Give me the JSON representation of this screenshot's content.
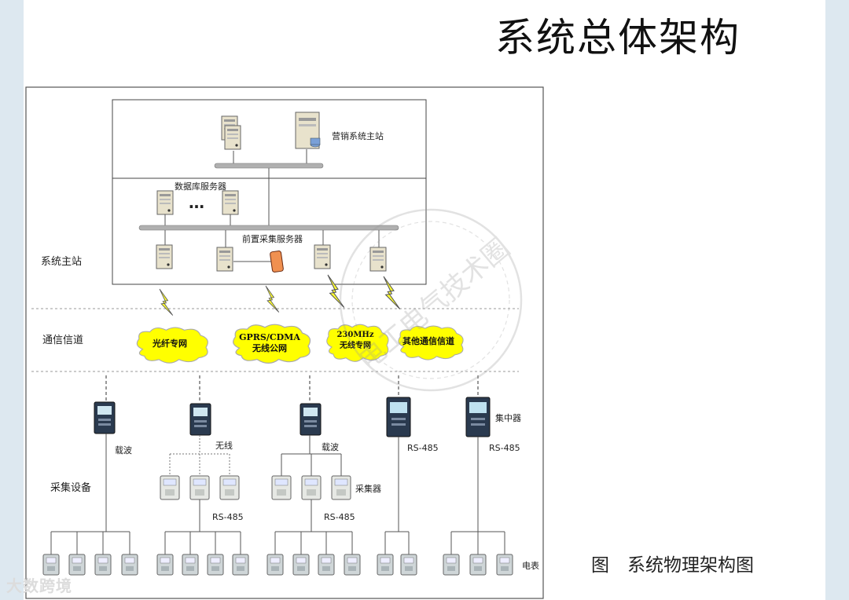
{
  "page": {
    "title": "系统总体架构",
    "caption": "图　系统物理架构图",
    "watermark_text": "大数跨境",
    "stamp_text": "电工电气技术圈"
  },
  "layers": {
    "master": "系统主站",
    "channel": "通信信道",
    "collect": "采集设备"
  },
  "master_station": {
    "marketing_label": "营销系统主站",
    "db_label": "数据库服务器",
    "ellipsis": "…",
    "front_label": "前置采集服务器"
  },
  "channels": [
    {
      "line1": "光纤专网",
      "line2": ""
    },
    {
      "line1": "GPRS/CDMA",
      "line2": "无线公网"
    },
    {
      "line1": "230MHz",
      "line2": "无线专网"
    },
    {
      "line1": "其他通信信道",
      "line2": ""
    }
  ],
  "devices": {
    "carrier1": "载波",
    "wireless": "无线",
    "carrier2": "载波",
    "rs485_a": "RS-485",
    "rs485_b": "RS-485",
    "rs485_c": "RS-485",
    "rs485_d": "RS-485",
    "concentrator": "集中器",
    "collector": "采集器",
    "meter": "电表"
  },
  "colors": {
    "cloud": "#ffff00",
    "bolt": "#ffff33",
    "terminal": "#2a3a4f",
    "server": "#e8e2cc",
    "bus": "#b0b0b0"
  }
}
